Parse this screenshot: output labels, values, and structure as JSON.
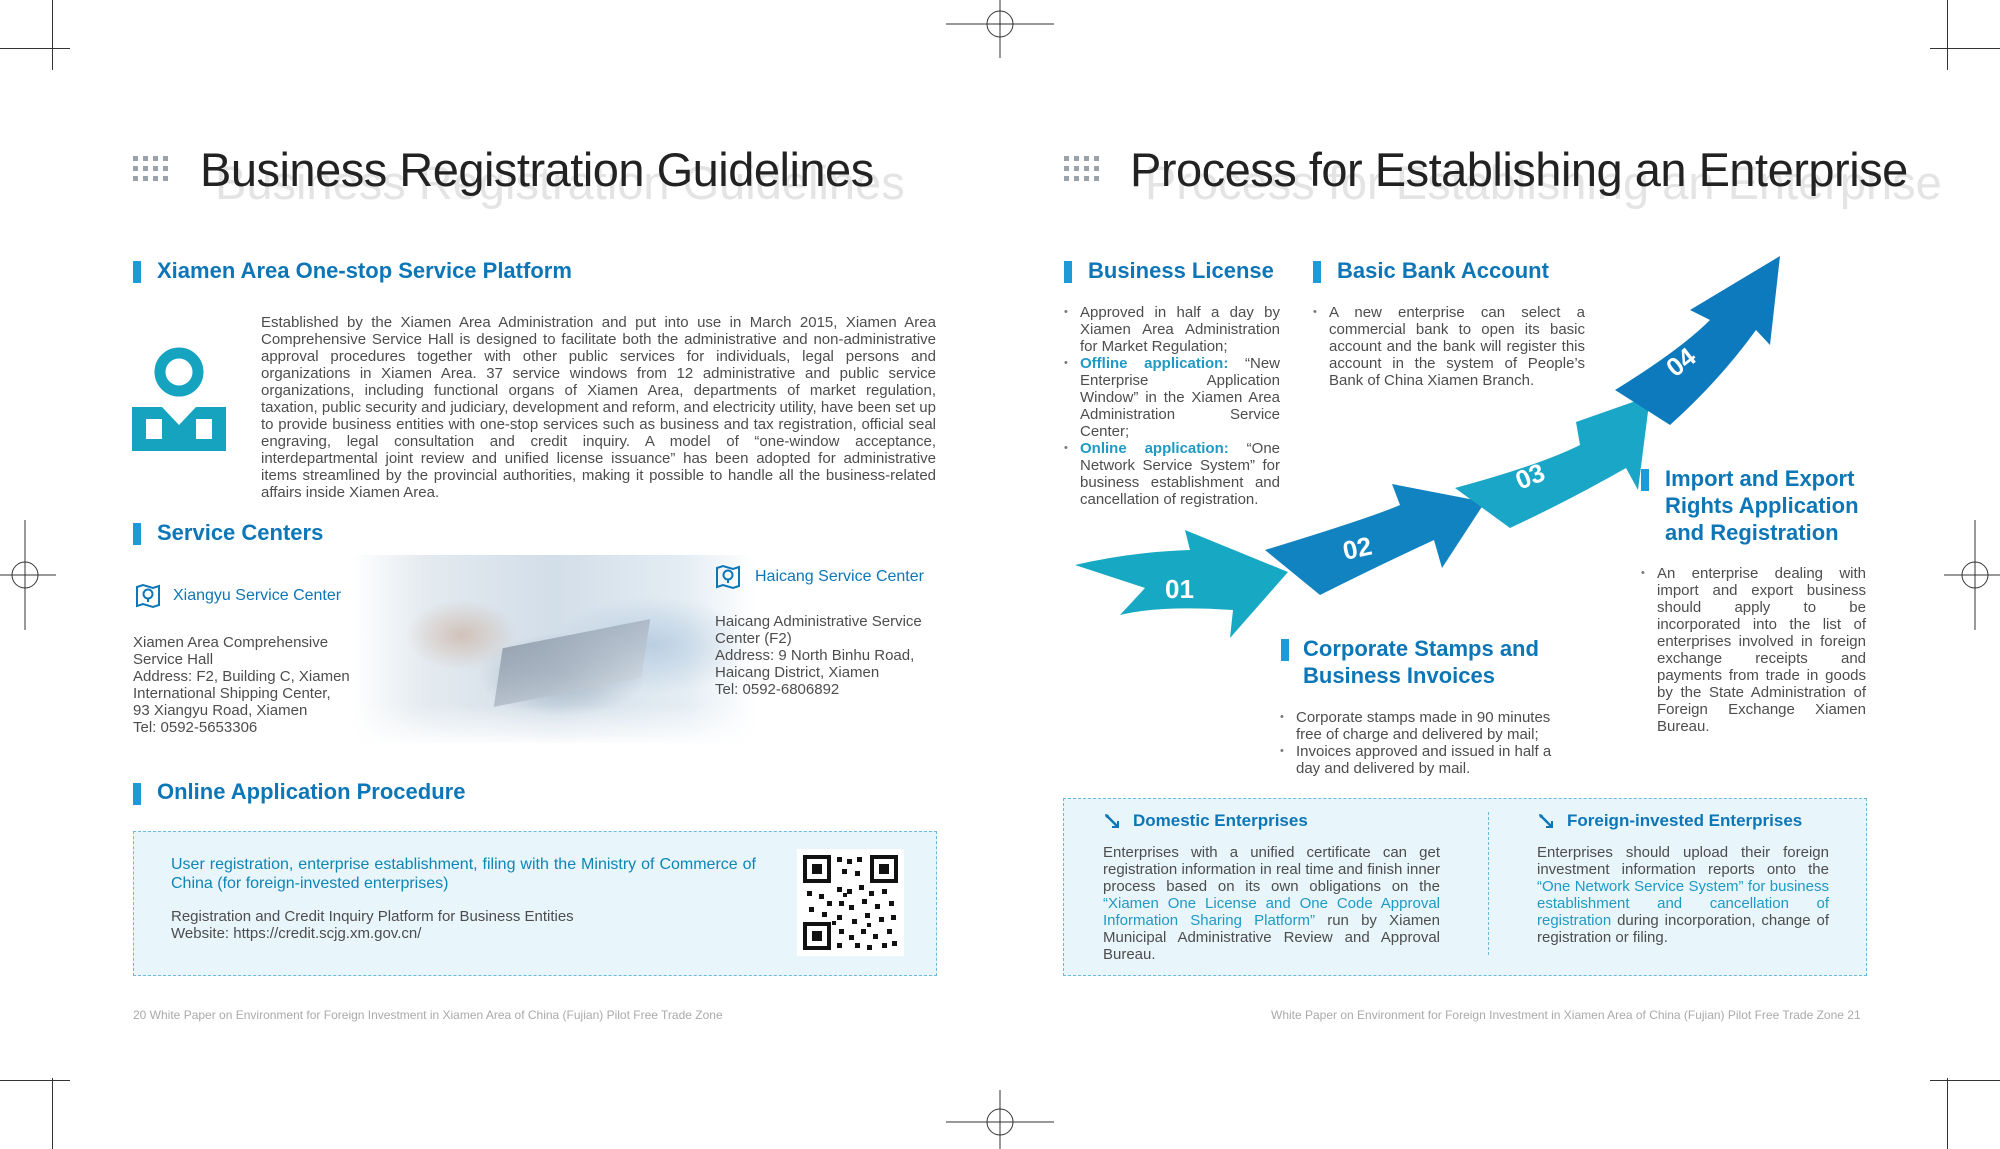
{
  "left": {
    "title": "Business Registration Guidelines",
    "platform": {
      "heading": "Xiamen Area One-stop Service Platform",
      "body": "Established by the Xiamen Area Administration and put into use in March 2015, Xiamen Area Comprehensive Service Hall is designed to facilitate both the administrative and non-administrative approval procedures together with other public services for individuals, legal persons and organizations in Xiamen Area. 37 service windows from 12 administrative and public service organizations, including functional organs of Xiamen Area, departments of market regulation, taxation, public security and judiciary, development and reform, and electricity utility, have been set up to provide business entities with one-stop services such as business and tax registration, official seal engraving, legal consultation and credit inquiry. A model of “one-window acceptance, interdepartmental joint review and unified license issuance” has been adopted for administrative items streamlined by the provincial authorities, making it possible to handle all the business-related affairs inside Xiamen Area.",
      "icon": "person-icon"
    },
    "service_centers": {
      "heading": "Service Centers",
      "xiangyu": {
        "name": "Xiangyu Service Center",
        "lines": [
          "Xiamen Area Comprehensive",
          "Service Hall",
          "Address: F2, Building C, Xiamen",
          "International Shipping Center,",
          "93 Xiangyu Road, Xiamen",
          "Tel: 0592-5653306"
        ]
      },
      "haicang": {
        "name": "Haicang Service Center",
        "lines": [
          "Haicang Administrative Service",
          "Center (F2)",
          "Address: 9 North Binhu Road,",
          "Haicang District, Xiamen",
          "Tel: 0592-6806892"
        ]
      }
    },
    "online": {
      "heading": "Online Application Procedure",
      "line1": "User registration, enterprise establishment, filing with the Ministry of Commerce of China (for foreign-invested enterprises)",
      "line2": "Registration and Credit Inquiry Platform for Business Entities",
      "line3": "Website: https://credit.scjg.xm.gov.cn/"
    },
    "footer": "20  White Paper on Environment for Foreign Investment in Xiamen Area of China (Fujian) Pilot Free Trade Zone"
  },
  "right": {
    "title": "Process for Establishing an Enterprise",
    "license": {
      "heading": "Business License",
      "b1": "Approved in half a day by Xiamen Area Administration for Market Regulation;",
      "b2_label": "Offline application:",
      "b2_text": " “New Enterprise Application Window” in the Xiamen Area Administration Service Center;",
      "b3_label": "Online application:",
      "b3_text": " “One Network Service System” for business establishment and cancellation of registration."
    },
    "bank": {
      "heading": "Basic Bank Account",
      "b1": "A new enterprise can select a commercial bank to open its basic account and the bank will register this account in the system of People’s Bank of China Xiamen Branch."
    },
    "stamps": {
      "heading_line1": "Corporate Stamps and",
      "heading_line2": "Business Invoices",
      "b1": "Corporate stamps made in 90 minutes free of charge and delivered by mail;",
      "b2": "Invoices approved and issued in half a day and delivered by mail."
    },
    "import": {
      "heading_line1": "Import and Export",
      "heading_line2": "Rights Application",
      "heading_line3": "and Registration",
      "b1": "An enterprise dealing with import and export business should apply to be incorporated into the list of enterprises involved in foreign exchange receipts and payments from trade in goods by the State Administration of Foreign Exchange Xiamen Bureau."
    },
    "steps": [
      "01",
      "02",
      "03",
      "04"
    ],
    "domestic": {
      "heading": "Domestic Enterprises",
      "text1": "Enterprises with a unified certificate can get registration information in real time and finish inner process based on its own obligations on the ",
      "link": "“Xiamen One License and One Code Approval Information Sharing Platform”",
      "text2": " run by Xiamen Municipal Administrative Review and Approval Bureau."
    },
    "foreign": {
      "heading": "Foreign-invested Enterprises",
      "text1": "Enterprises should upload their foreign investment information reports onto the ",
      "link": "“One Network Service System” for business establishment and cancellation of registration",
      "text2": " during incorporation, change of registration or filing."
    },
    "footer": "White Paper on Environment for Foreign Investment in Xiamen Area of China (Fujian) Pilot Free Trade Zone  21"
  },
  "colors": {
    "accent": "#1f9ad6",
    "heading": "#0d76b7",
    "teal": "#17a9c4"
  }
}
